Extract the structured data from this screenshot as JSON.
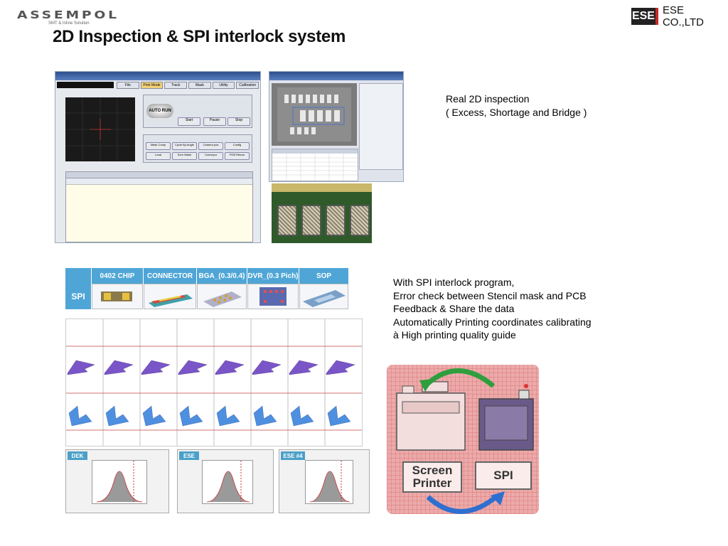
{
  "header": {
    "logo_left_text": "ASSEMPOL",
    "logo_left_sub": "SMT & Inline Solution",
    "logo_right_mark": "ESE",
    "logo_right_company": "ESE CO.,LTD",
    "title": "2D Inspection & SPI interlock system"
  },
  "inspection_text": {
    "line1": "Real 2D inspection",
    "line2": "( Excess, Shortage and Bridge )"
  },
  "spi_text": {
    "line1": "With SPI interlock program,",
    "line2": "Error check between Stencil mask and PCB",
    "line3": "Feedback & Share the data",
    "line4": "Automatically Printing coordinates calibrating",
    "line5": "à High printing quality guide"
  },
  "spi_table": {
    "row_label": "SPI",
    "columns": [
      "0402 CHIP",
      "CONNECTOR",
      "BGA_(0.3/0.4)",
      "DVR_(0.3 Pich)",
      "SOP"
    ]
  },
  "software_panel": {
    "tabs": [
      "File",
      "Print Mode",
      "Track",
      "Mask",
      "Utility",
      "Calibration"
    ],
    "auto_button": "AUTO RUN",
    "buttons_row1": [
      "Start",
      "Pause",
      "Stop"
    ],
    "buttons_row2": [
      "Mask Comp",
      "Cycle By Angle",
      "Camera pos",
      "Config"
    ],
    "buttons_row3": [
      "Load",
      "Scrn Wash",
      "Conveyor",
      "PCB Return"
    ]
  },
  "stats_panels": {
    "tags": [
      "DEK",
      "ESE",
      "ESE #4"
    ]
  },
  "diagram": {
    "left_label_line1": "Screen",
    "left_label_line2": "Printer",
    "right_label": "SPI",
    "colors": {
      "arrow_top": "#2e9e3e",
      "arrow_bottom": "#2f6fd0",
      "background": "#ecaaaa"
    }
  }
}
